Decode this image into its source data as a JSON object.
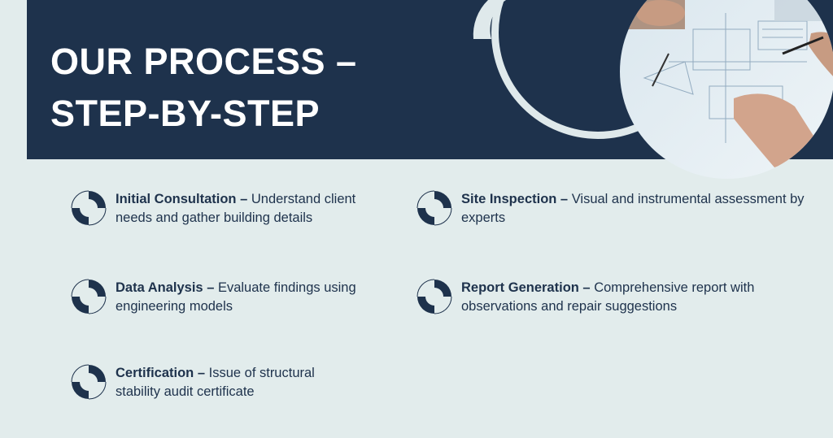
{
  "title": {
    "line1": "OUR PROCESS –",
    "line2": "STEP-BY-STEP"
  },
  "photo_icon": "architect-blueprint-photo",
  "colors": {
    "navy": "#1e324c",
    "background": "#e2ecec",
    "ring": "#dfe9eb"
  },
  "steps": [
    {
      "title": "Initial Consultation –",
      "desc": " Understand client needs and gather building details"
    },
    {
      "title": "Site Inspection –",
      "desc": " Visual and instrumental assessment by experts"
    },
    {
      "title": "Data Analysis –",
      "desc": " Evaluate findings using engineering models"
    },
    {
      "title": "Report Generation –",
      "desc": " Comprehensive report with observations and repair suggestions"
    },
    {
      "title": "Certification –",
      "desc": " Issue of structural stability audit certificate"
    }
  ]
}
